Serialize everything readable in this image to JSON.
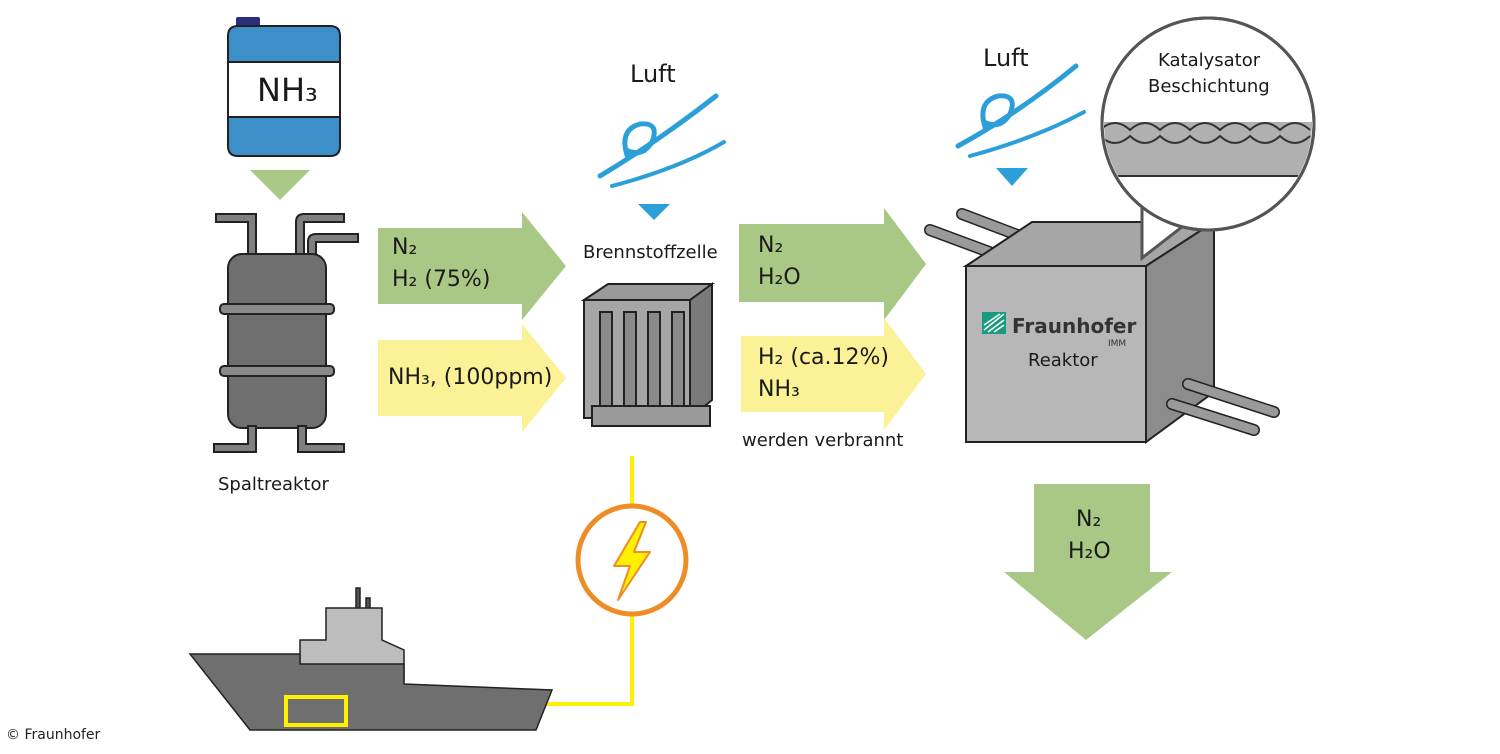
{
  "canister": {
    "label": "NH₃"
  },
  "spaltreaktor": {
    "label": "Spaltreaktor"
  },
  "arrow_green_1": {
    "line1": "N₂",
    "line2": "H₂  (75%)"
  },
  "arrow_yellow_1": {
    "line1": "NH₃, (100ppm)"
  },
  "fuel_cell": {
    "label": "Brennstoffzelle"
  },
  "air_1": {
    "label": "Luft"
  },
  "arrow_green_2": {
    "line1": "N₂",
    "line2": "H₂O"
  },
  "arrow_yellow_2": {
    "line1": "H₂ (ca.12%)",
    "line2": "NH₃"
  },
  "burn_note": {
    "label": "werden verbrannt"
  },
  "air_2": {
    "label": "Luft"
  },
  "catalyst": {
    "line1": "Katalysator",
    "line2": "Beschichtung"
  },
  "reactor": {
    "brand": "Fraunhofer",
    "institute": "IMM",
    "label": "Reaktor"
  },
  "output_arrow": {
    "line1": "N₂",
    "line2": "H₂O"
  },
  "copyright": {
    "label": "© Fraunhofer"
  },
  "colors": {
    "green_arrow": "#a9c785",
    "yellow_arrow": "#fbf197",
    "blue": "#2d9fd8",
    "orange": "#ee8d27",
    "yellow_line": "#ffef00",
    "gray_dark": "#6f6f6f",
    "gray_light": "#bdbdbd",
    "fraunhofer_green": "#179c7d"
  }
}
